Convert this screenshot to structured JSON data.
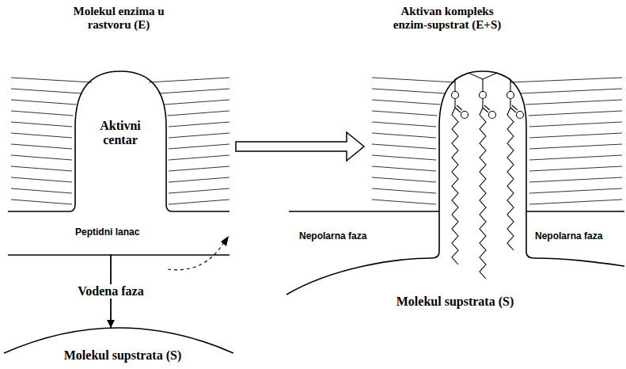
{
  "diagram": {
    "nodes": [
      {
        "text": [
          "Molekul enzima u rastvoru (E)",
          "Aktivni centar"
        ]
      },
      {
        "text": [
          "Peptidni lanac"
        ]
      },
      {
        "text": [
          "Molekul supstrata (S)"
        ]
      },
      {
        "text": [
          "Aktivan kompleks enzim-supstrat (E+S)"
        ]
      },
      {
        "text": [
          "Molekul supstrata (S)"
        ]
      }
    ],
    "edges": [
      {
        "from": 0,
        "to": 3,
        "arrow": "to"
      },
      {
        "from": 1,
        "to": 2,
        "arrow": "to",
        "label": "Vodena faza"
      }
    ],
    "labels": [
      "Nepolarna faza",
      "Nepolarna faza"
    ]
  }
}
